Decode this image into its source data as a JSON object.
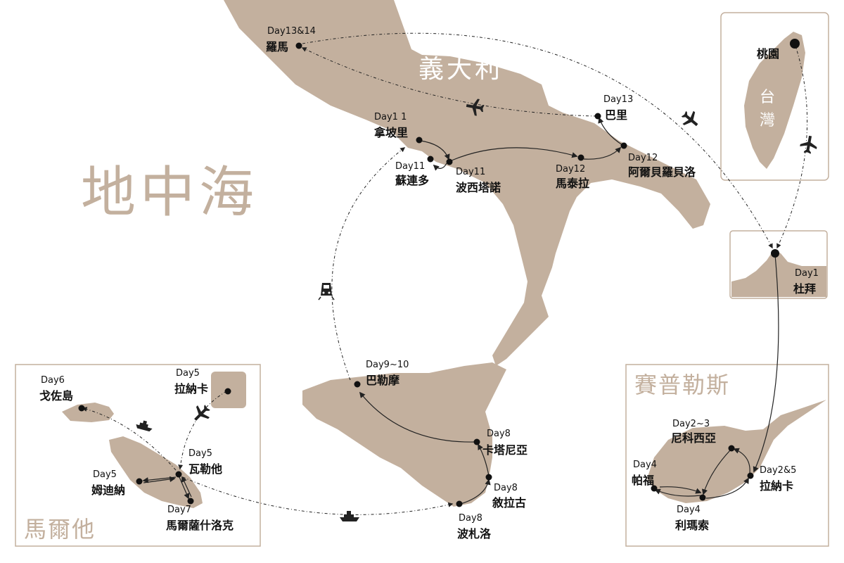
{
  "seas": {
    "mediterranean": "地中海"
  },
  "regions": {
    "italy": "義大利",
    "taiwan_line1": "台",
    "taiwan_line2": "灣",
    "cyprus": "賽普勒斯",
    "malta": "馬爾他"
  },
  "places": {
    "rome": {
      "day": "Day13&14",
      "name": "羅馬"
    },
    "taoyuan": {
      "name": "桃園"
    },
    "bari": {
      "day": "Day13",
      "name": "巴里"
    },
    "naples": {
      "day": "Day1 1",
      "name": "拿坡里"
    },
    "sorrento": {
      "day": "Day11",
      "name": "蘇連多"
    },
    "positano": {
      "day": "Day11",
      "name": "波西塔諾"
    },
    "matera": {
      "day": "Day12",
      "name": "馬泰拉"
    },
    "alberobello": {
      "day": "Day12",
      "name": "阿爾貝羅貝洛"
    },
    "dubai": {
      "day": "Day1",
      "name": "杜拜"
    },
    "palermo": {
      "day": "Day9~10",
      "name": "巴勒摩"
    },
    "catania": {
      "day": "Day8",
      "name": "卡塔尼亞"
    },
    "siracusa": {
      "day": "Day8",
      "name": "敘拉古"
    },
    "pozzallo": {
      "day": "Day8",
      "name": "波札洛"
    },
    "gozo": {
      "day": "Day6",
      "name": "戈佐島"
    },
    "larnaca_malta": {
      "day": "Day5",
      "name": "拉納卡"
    },
    "valletta": {
      "day": "Day5",
      "name": "瓦勒他"
    },
    "mdina": {
      "day": "Day5",
      "name": "姆迪納"
    },
    "marsaxlokk": {
      "day": "Day7",
      "name": "馬爾薩什洛克"
    },
    "nicosia": {
      "day": "Day2~3",
      "name": "尼科西亞"
    },
    "paphos": {
      "day": "Day4",
      "name": "帕福"
    },
    "larnaca": {
      "day": "Day2&5",
      "name": "拉納卡"
    },
    "limassol": {
      "day": "Day4",
      "name": "利瑪索"
    }
  },
  "icons": [
    "plane-icon",
    "ship-icon",
    "train-icon"
  ],
  "colors": {
    "land": "#c3b09e",
    "route": "#222222",
    "background": "#ffffff"
  }
}
